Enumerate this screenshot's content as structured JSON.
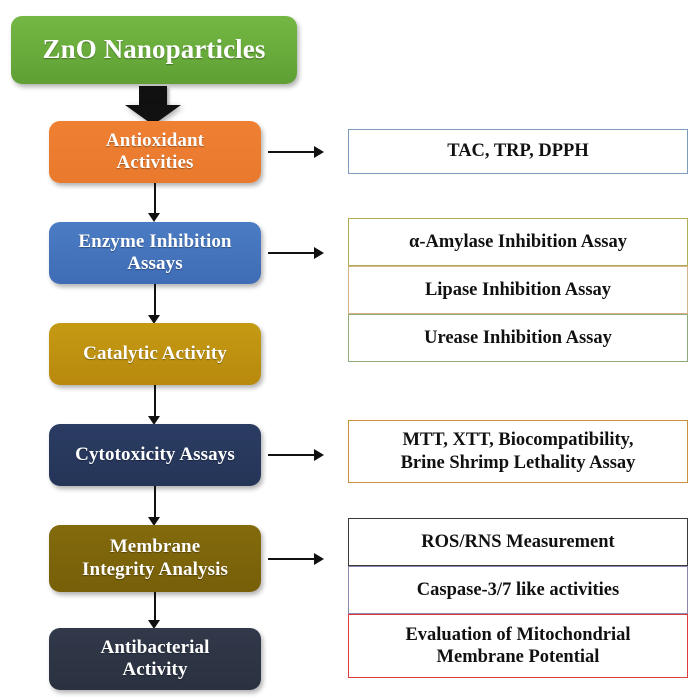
{
  "diagram": {
    "title_node": {
      "label": "ZnO Nanoparticles",
      "color": "#6aad3c"
    },
    "flow_nodes": [
      {
        "id": "antioxidant",
        "label": "Antioxidant\nActivities",
        "color": "#e97a2d"
      },
      {
        "id": "enzyme",
        "label": "Enzyme Inhibition\nAssays",
        "color": "#3f6cb5"
      },
      {
        "id": "catalytic",
        "label": "Catalytic Activity",
        "color": "#b8890e"
      },
      {
        "id": "cytotoxicity",
        "label": "Cytotoxicity Assays",
        "color": "#253558"
      },
      {
        "id": "membrane",
        "label": "Membrane\nIntegrity Analysis",
        "color": "#775f09"
      },
      {
        "id": "antibacterial",
        "label": "Antibacterial\nActivity",
        "color": "#2a3140"
      }
    ],
    "detail_boxes": [
      {
        "id": "antioxidant-detail",
        "label": "TAC, TRP, DPPH",
        "border_color": "#7d9bbd"
      },
      {
        "id": "amylase-assay",
        "label": "α-Amylase Inhibition Assay",
        "border_color": "#b0ad52"
      },
      {
        "id": "lipase-assay",
        "label": "Lipase Inhibition Assay",
        "border_color": "#d8b38a"
      },
      {
        "id": "urease-assay",
        "label": "Urease Inhibition Assay",
        "border_color": "#8fab78"
      },
      {
        "id": "cytotoxicity-detail",
        "label": "MTT, XTT, Biocompatibility,\nBrine Shrimp Lethality Assay",
        "border_color": "#c9913f"
      },
      {
        "id": "ros-rns",
        "label": "ROS/RNS Measurement",
        "border_color": "#3a3a3a"
      },
      {
        "id": "caspase",
        "label": "Caspase-3/7 like activities",
        "border_color": "#8d86b0"
      },
      {
        "id": "mitochondrial",
        "label": "Evaluation of Mitochondrial\nMembrane Potential",
        "border_color": "#dc3b3b"
      }
    ],
    "connectors": {
      "vertical_arrow": "down-arrow",
      "horizontal_arrow": "right-arrow",
      "block_arrow": "thick-down-arrow"
    }
  }
}
